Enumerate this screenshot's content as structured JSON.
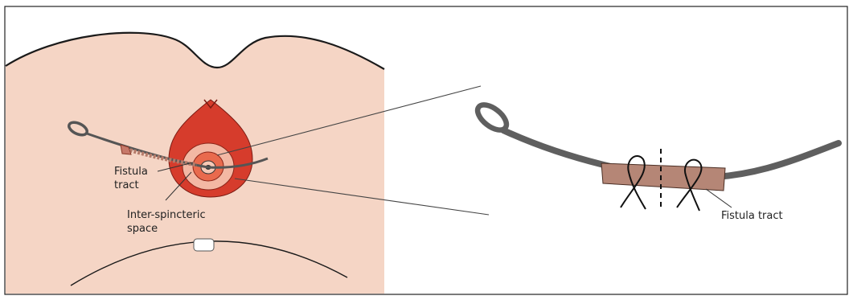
{
  "labels": {
    "fistula_tract_line1": "Fistula",
    "fistula_tract_line2": "tract",
    "inter_sphincteric_line1": "Inter-spincteric",
    "inter_sphincteric_line2": "space",
    "fistula_tract_detail": "Fistula tract"
  },
  "colors": {
    "skin": "#f5d5c5",
    "sphincter_outer": "#d63c2c",
    "sphincter_ring": "#f3b8a4",
    "sphincter_inner": "#e96a4d",
    "seton": "#5f5f5f",
    "tract": "#b58676",
    "frame": "#222222"
  }
}
